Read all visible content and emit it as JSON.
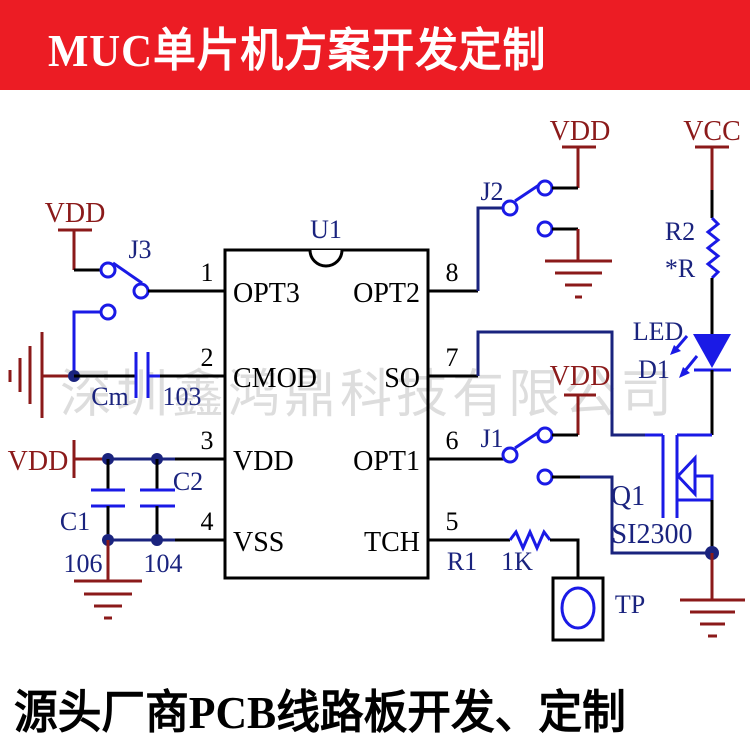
{
  "header": {
    "title": "MUC单片机方案开发定制",
    "background": "#ec1c24"
  },
  "footer": {
    "title": "源头厂商PCB线路板开发、定制"
  },
  "watermark": "深圳鑫鸿鼎科技有限公司",
  "colors": {
    "power": "#8b1a1a",
    "net_blue": "#1a1ae6",
    "label_blue": "#1a237e",
    "wire": "#000000"
  },
  "schematic": {
    "ic": {
      "ref": "U1",
      "pins_left": [
        {
          "num": "1",
          "name": "OPT3"
        },
        {
          "num": "2",
          "name": "CMOD"
        },
        {
          "num": "3",
          "name": "VDD"
        },
        {
          "num": "4",
          "name": "VSS"
        }
      ],
      "pins_right": [
        {
          "num": "8",
          "name": "OPT2"
        },
        {
          "num": "7",
          "name": "SO"
        },
        {
          "num": "6",
          "name": "OPT1"
        },
        {
          "num": "5",
          "name": "TCH"
        }
      ]
    },
    "power_labels": {
      "j3_vdd": "VDD",
      "j2_vdd": "VDD",
      "j1_vdd": "VDD",
      "vdd_left": "VDD",
      "vcc": "VCC"
    },
    "jumpers": {
      "j1": "J1",
      "j2": "J2",
      "j3": "J3"
    },
    "capacitors": {
      "cm": {
        "ref": "Cm",
        "value": "103"
      },
      "c1": {
        "ref": "C1",
        "value": "106"
      },
      "c2": {
        "ref": "C2",
        "value": "104"
      }
    },
    "resistors": {
      "r1": {
        "ref": "R1",
        "value": "1K"
      },
      "r2": {
        "ref": "R2",
        "value": "*R"
      }
    },
    "led": {
      "type": "LED",
      "ref": "D1"
    },
    "mosfet": {
      "ref": "Q1",
      "part": "SI2300"
    },
    "touch_pad": {
      "ref": "TP"
    }
  }
}
